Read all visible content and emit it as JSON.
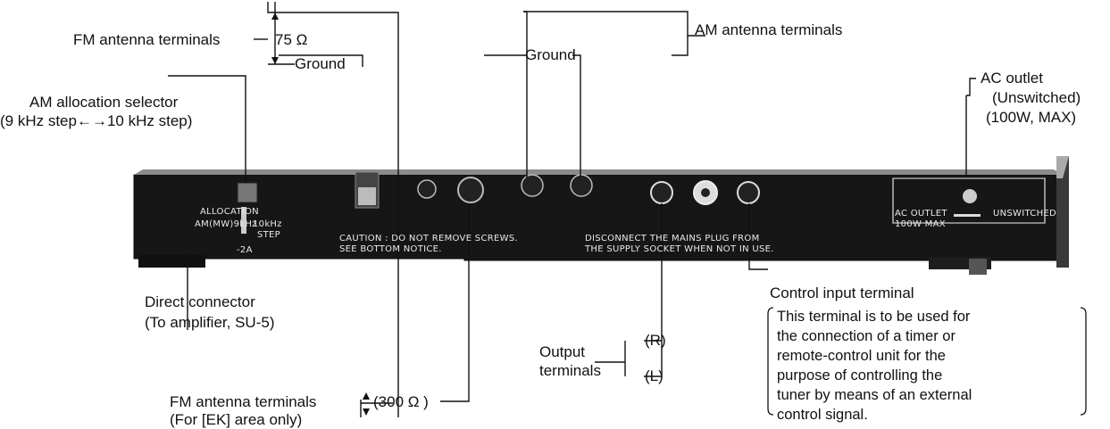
{
  "labels": {
    "fm_antenna_terminals_top": "FM antenna terminals",
    "ohm_75": "75 Ω",
    "ground_left": "Ground",
    "am_antenna_terminals": "AM antenna terminals",
    "ground_right": "Ground",
    "am_allocation_line1": "AM allocation selector",
    "am_allocation_line2": "(9 kHz step←→10 kHz step)",
    "ac_outlet_line1": "AC outlet",
    "ac_outlet_line2": "(Unswitched)",
    "ac_outlet_line3": "(100W, MAX)",
    "direct_connector_line1": "Direct connector",
    "direct_connector_line2": "(To amplifier, SU-5)",
    "output_terminals_line1": "Output",
    "output_terminals_line2": "terminals",
    "output_r": "(R)",
    "output_l": "(L)",
    "control_input_terminal": "Control input terminal",
    "control_note": [
      "This terminal is to be used for",
      "the connection of a timer or",
      "remote-control unit for the",
      "purpose of controlling the",
      "tuner by means of an external",
      "control signal."
    ],
    "fm_antenna_terminals_bottom": "FM antenna terminals",
    "ohm_300": "(300 Ω )",
    "fm_bottom_cut": "(For [EK] area only)"
  },
  "panel": {
    "allocation": "ALLOCATION",
    "am_mw": "AM(MW)9kHz",
    "step_10k": "10kHz",
    "step": "STEP",
    "model": "-2A",
    "caution_line1": "CAUTION : DO NOT REMOVE SCREWS.",
    "caution_line2": "SEE BOTTOM NOTICE.",
    "mains_line1": "DISCONNECT THE MAINS PLUG FROM",
    "mains_line2": "THE SUPPLY SOCKET WHEN NOT IN USE.",
    "ac_outlet": "AC OUTLET",
    "ac_100w": "100W MAX",
    "unswitched": "UNSWITCHED"
  }
}
